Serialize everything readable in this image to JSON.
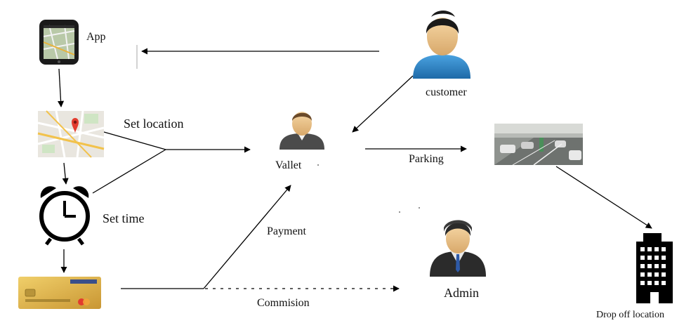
{
  "labels": {
    "app": "App",
    "set_location": "Set location",
    "set_time": "Set time",
    "vallet": "Vallet",
    "customer": "customer",
    "parking": "Parking",
    "payment": "Payment",
    "admin": "Admin",
    "commision": "Commision",
    "drop_off": "Drop off location"
  },
  "icons": {
    "app": "smartphone-map-icon",
    "location": "map-pin-icon",
    "time": "alarm-clock-icon",
    "card": "credit-card-icon",
    "vallet": "person-icon",
    "customer": "person-icon",
    "admin": "businessman-icon",
    "parking": "parking-garage-photo",
    "drop_off": "building-icon"
  },
  "colors": {
    "customer_shirt": "#2f86c6",
    "card_gold": "#d9b14a",
    "map_road": "#f2c24b",
    "pin": "#e23b2e"
  }
}
